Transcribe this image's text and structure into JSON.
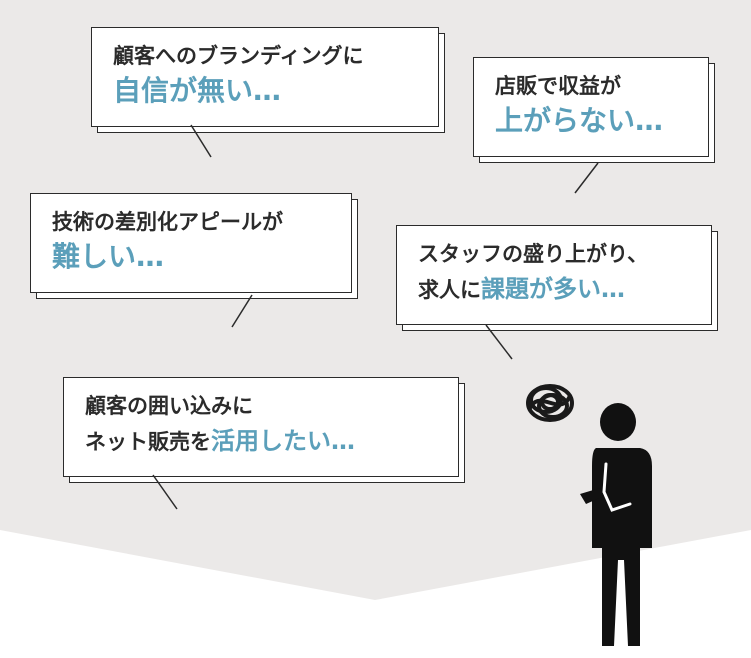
{
  "bubbles": [
    {
      "line1": "顧客へのブランディングに",
      "line2": "自信が無い…"
    },
    {
      "line1": "店販で収益が",
      "line2": "上がらない…"
    },
    {
      "line1": "技術の差別化アピールが",
      "line2": "難しい…"
    },
    {
      "line1": "スタッフの盛り上がり、",
      "line2_prefix": "求人に",
      "line2_highlight": "課題が多い…"
    },
    {
      "line1": "顧客の囲い込みに",
      "line2_prefix": "ネット販売を",
      "line2_highlight": "活用したい…"
    }
  ],
  "figure": {
    "icon": "worried-person-icon",
    "thought_icon": "tangled-scribble-icon"
  },
  "colors": {
    "background": "#ebe9e8",
    "text": "#2b2b2b",
    "accent": "#5b9fba"
  }
}
